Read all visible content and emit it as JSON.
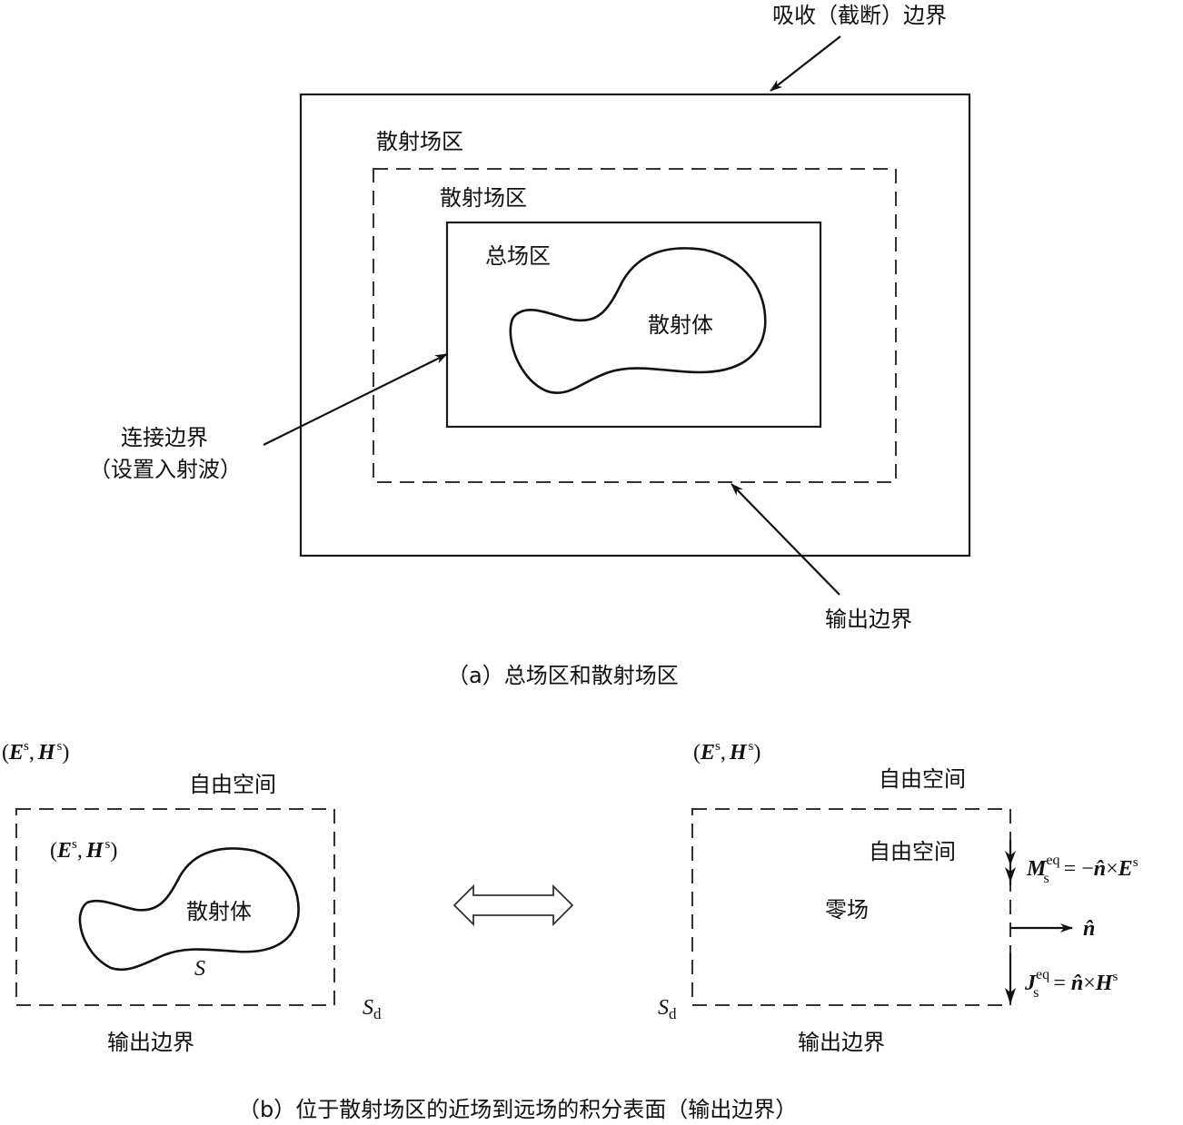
{
  "panel_a": {
    "absorbing_boundary_label": "吸收（截断）边界",
    "scattered_region_outer_label": "散射场区",
    "scattered_region_inner_label": "散射场区",
    "total_field_label": "总场区",
    "scatterer_label": "散射体",
    "connecting_boundary_label_line1": "连接边界",
    "connecting_boundary_label_line2": "（设置入射波）",
    "output_boundary_label": "输出边界",
    "caption": "（a）总场区和散射场区"
  },
  "panel_b": {
    "left": {
      "outer_field": {
        "open": "(",
        "E": "E",
        "sup1": "s",
        "comma": ",",
        "H": "H",
        "sup2": "s",
        "close": ")"
      },
      "free_space_label": "自由空间",
      "inner_field": {
        "open": "(",
        "E": "E",
        "sup1": "s",
        "comma": ",",
        "H": "H",
        "sup2": "s",
        "close": ")"
      },
      "scatterer_label": "散射体",
      "surface_label": "S",
      "sd_main": "S",
      "sd_sub": "d",
      "output_boundary_label": "输出边界"
    },
    "equivalence_arrow": "double-arrow-icon",
    "right": {
      "outer_field": {
        "open": "(",
        "E": "E",
        "sup1": "s",
        "comma": ",",
        "H": "H",
        "sup2": "s",
        "close": ")"
      },
      "free_space_outer_label": "自由空间",
      "free_space_inner_label": "自由空间",
      "null_field_label": "零场",
      "m_eq": {
        "sym": "M",
        "sup": "eq",
        "sub": "s",
        "rhs_eq": " = −",
        "n": "n̂",
        "times": "×",
        "vec": "E",
        "vec_sup": "s"
      },
      "normal_label": "n̂",
      "j_eq": {
        "sym": "J",
        "sup": "eq",
        "sub": "s",
        "rhs_eq": " = ",
        "n": "n̂",
        "times": "×",
        "vec": "H",
        "vec_sup": "s"
      },
      "sd_main": "S",
      "sd_sub": "d",
      "output_boundary_label": "输出边界"
    },
    "caption": "（b）位于散射场区的近场到远场的积分表面（输出边界）"
  }
}
